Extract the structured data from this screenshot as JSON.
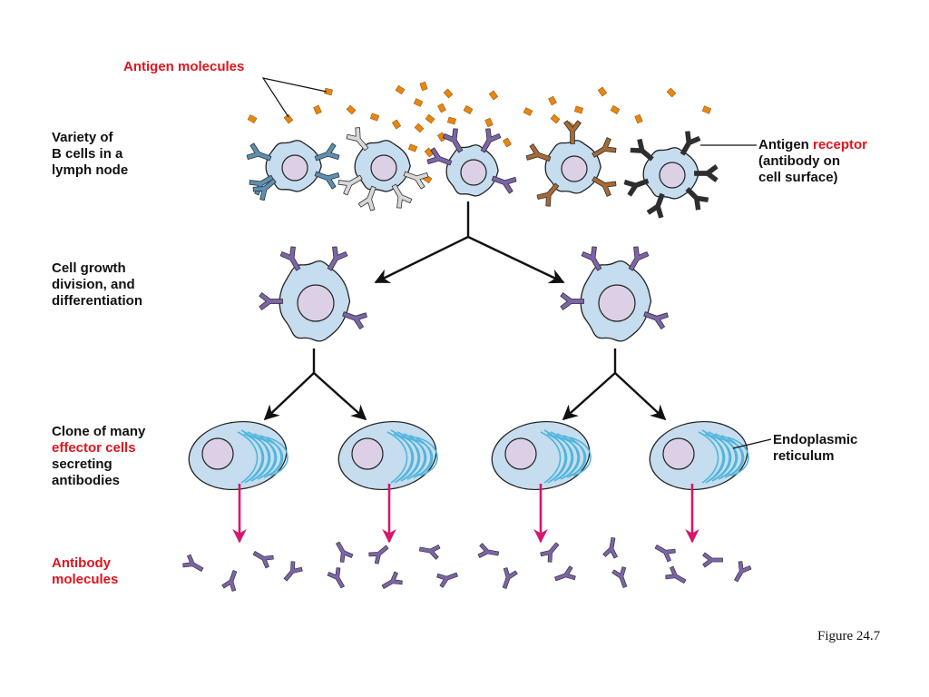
{
  "labels": {
    "antigen_molecules": "Antigen molecules",
    "variety": [
      "Variety of",
      "B cells in a",
      "lymph node"
    ],
    "growth": [
      "Cell growth",
      "division, and",
      "differentiation"
    ],
    "clone": {
      "line1": "Clone of many",
      "line2": "effector cells",
      "line3": "secreting",
      "line4": "antibodies"
    },
    "antibody": [
      "Antibody",
      "molecules"
    ],
    "receptor": {
      "prefix": "Antigen ",
      "highlight": "receptor",
      "line2": "(antibody on",
      "line3": "cell surface)"
    },
    "er": [
      "Endoplasmic",
      "reticulum"
    ]
  },
  "caption": "Figure 24.7",
  "colors": {
    "text_red": "#e0141e",
    "cell_fill": "#c5ddee",
    "nucleus_fill": "#dcd0e6",
    "antigen_orange": "#e8860f",
    "receptor_blue": "#5c8fb4",
    "receptor_white": "#d8d8d8",
    "receptor_purple": "#7d64aa",
    "receptor_brown": "#a66a35",
    "receptor_black": "#2e2e2e",
    "er_blue": "#4fb5dc",
    "secretion_arrow": "#d4186b"
  }
}
